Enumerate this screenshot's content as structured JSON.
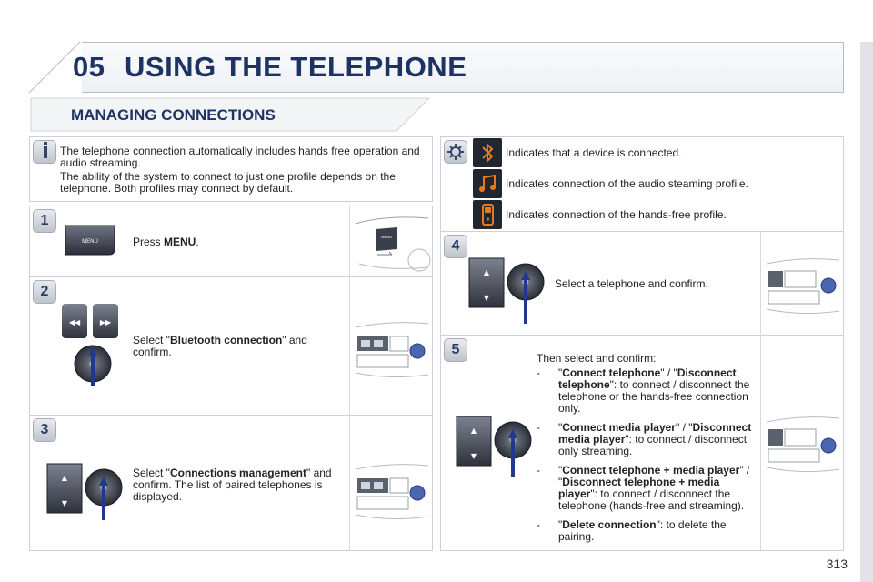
{
  "header": {
    "chapter_number": "05",
    "chapter_title": "USING THE TELEPHONE"
  },
  "section": {
    "title": "MANAGING CONNECTIONS"
  },
  "info": {
    "para1": "The telephone connection automatically includes hands free operation and audio streaming.",
    "para2": "The ability of the system to connect to just one profile depends on the telephone. Both profiles may connect by default."
  },
  "steps": [
    {
      "number": "1",
      "prefix": "Press ",
      "bold": "MENU",
      "suffix": ".",
      "button_label": "MENU"
    },
    {
      "number": "2",
      "prefix": "Select \"",
      "bold": "Bluetooth connection",
      "suffix": "\" and confirm.",
      "button_label": "OK"
    },
    {
      "number": "3",
      "prefix": "Select \"",
      "bold": "Connections management",
      "suffix": "\" and confirm. The list of paired telephones is displayed.",
      "button_label": "OK"
    },
    {
      "number": "4",
      "text": "Select a telephone and confirm.",
      "button_label": "OK"
    },
    {
      "number": "5",
      "intro": "Then select and confirm:",
      "button_label": "OK",
      "options": [
        {
          "b1": "Connect telephone",
          "mid": "\" / \"",
          "b2": "Disconnect telephone",
          "rest": "\": to connect / disconnect the telephone or the hands-free connection only."
        },
        {
          "b1": "Connect media player",
          "mid": "\" / \"",
          "b2": "Disconnect media player",
          "rest": "\": to connect / disconnect only streaming."
        },
        {
          "b1": "Connect telephone + media player",
          "mid": "\" / \"",
          "b2": "Disconnect telephone + media player",
          "rest": "\": to connect / disconnect the telephone (hands-free and streaming)."
        },
        {
          "b1": "Delete connection",
          "mid": "",
          "b2": "",
          "rest": "\": to delete the pairing."
        }
      ]
    }
  ],
  "indicators": [
    {
      "icon": "bluetooth-icon",
      "text": "Indicates that a device is connected."
    },
    {
      "icon": "music-note-icon",
      "text": "Indicates connection of the audio steaming profile."
    },
    {
      "icon": "phone-icon",
      "text": "Indicates connection of the hands-free profile."
    }
  ],
  "panel_label": "MENU",
  "page_number": "313",
  "colors": {
    "title": "#1d3364",
    "icon_orange": "#e87a1e",
    "ok_arrow": "#1f3a8a"
  }
}
